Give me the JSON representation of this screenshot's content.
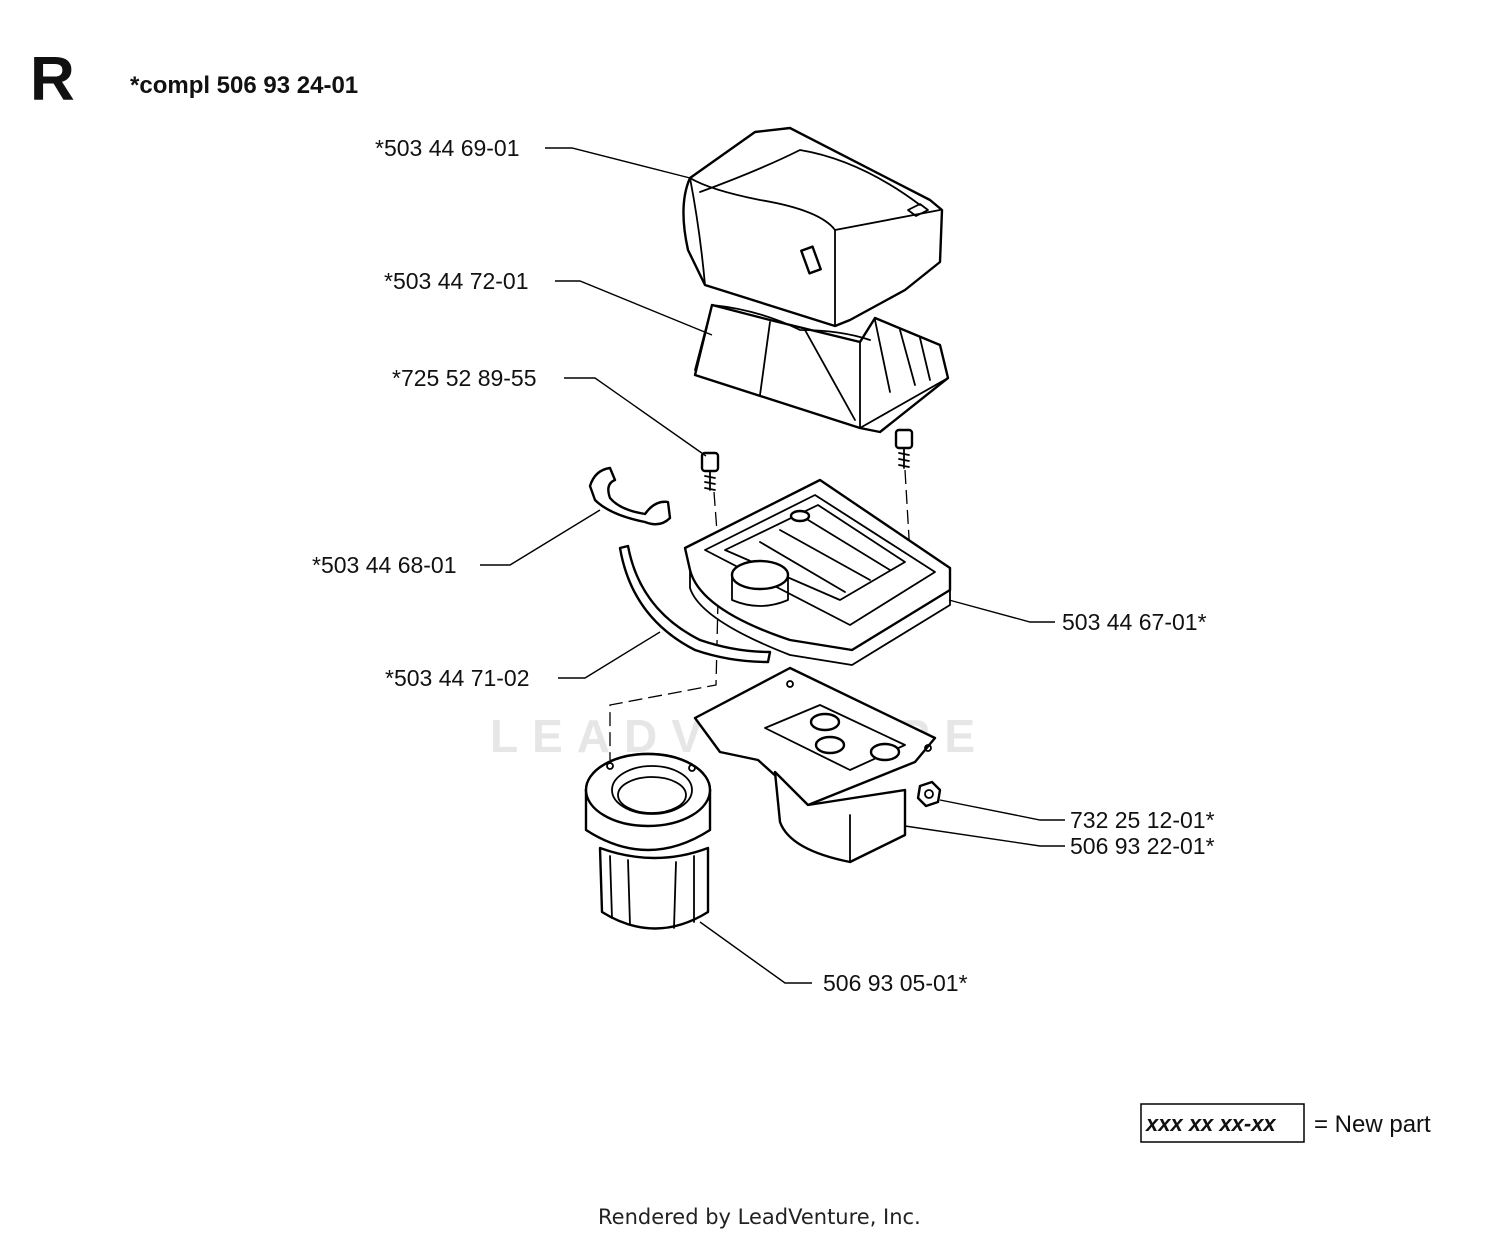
{
  "header": {
    "sheet_letter": "R",
    "assembly_note": "*compl 506 93 24-01"
  },
  "parts": [
    {
      "id": "cover",
      "label": "*503 44 69-01",
      "new": false
    },
    {
      "id": "filter",
      "label": "*503 44 72-01",
      "new": false
    },
    {
      "id": "screw",
      "label": "*725 52 89-55",
      "new": false
    },
    {
      "id": "clip",
      "label": "*503 44 68-01",
      "new": false
    },
    {
      "id": "holder",
      "label": "503 44 67-01*",
      "new": true
    },
    {
      "id": "seal-strip",
      "label": "*503 44 71-02",
      "new": false
    },
    {
      "id": "nut",
      "label": "732 25 12-01*",
      "new": true
    },
    {
      "id": "housing",
      "label": "506 93 22-01*",
      "new": true
    },
    {
      "id": "prefilter",
      "label": "506 93 05-01*",
      "new": true
    }
  ],
  "legend": {
    "code_pattern": "xxx xx xx-xx",
    "meaning": "= New part"
  },
  "watermark": "LEADVENTURE",
  "footer": "Rendered by LeadVenture, Inc."
}
